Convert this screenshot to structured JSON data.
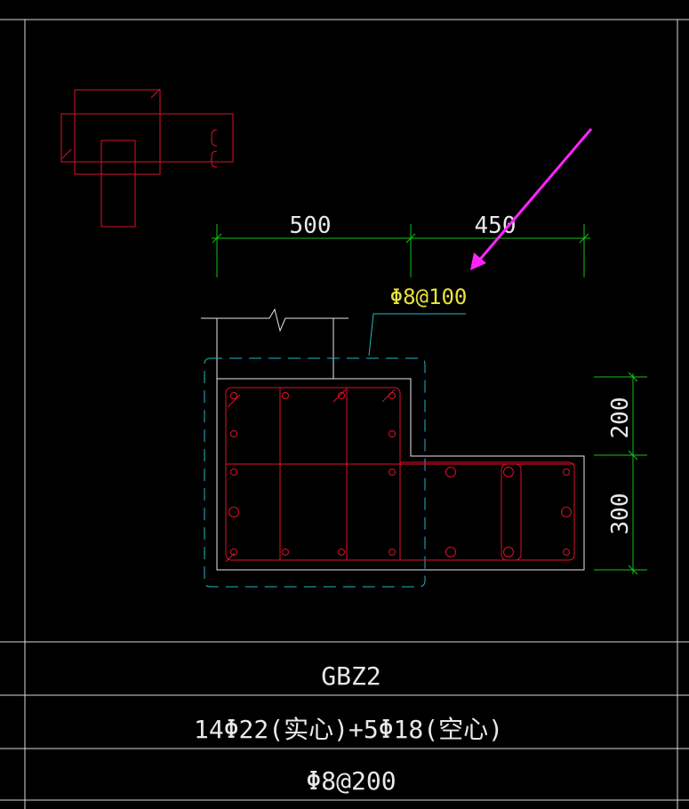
{
  "colors": {
    "background": "#000000",
    "frame": "#d8d8d8",
    "rebar_red": "#e0102a",
    "dim_green": "#16c416",
    "stirrup_label_yellow": "#e8e23a",
    "leader_cyan": "#1fb8c0",
    "arrow_magenta": "#ff24ff",
    "text_white": "#e8e8e8"
  },
  "icons": {
    "locator": "key-plan-icon",
    "break": "break-line-icon",
    "arrow": "pointer-arrow-icon"
  },
  "dimensions": {
    "top_left": "500",
    "top_right": "450",
    "right_upper": "200",
    "right_lower": "300"
  },
  "stirrup_label": "Φ8@100",
  "table": {
    "name": "GBZ2",
    "longitudinal_rebar": "14Φ22(实心)+5Φ18(空心)",
    "stirrup": "Φ8@200"
  }
}
